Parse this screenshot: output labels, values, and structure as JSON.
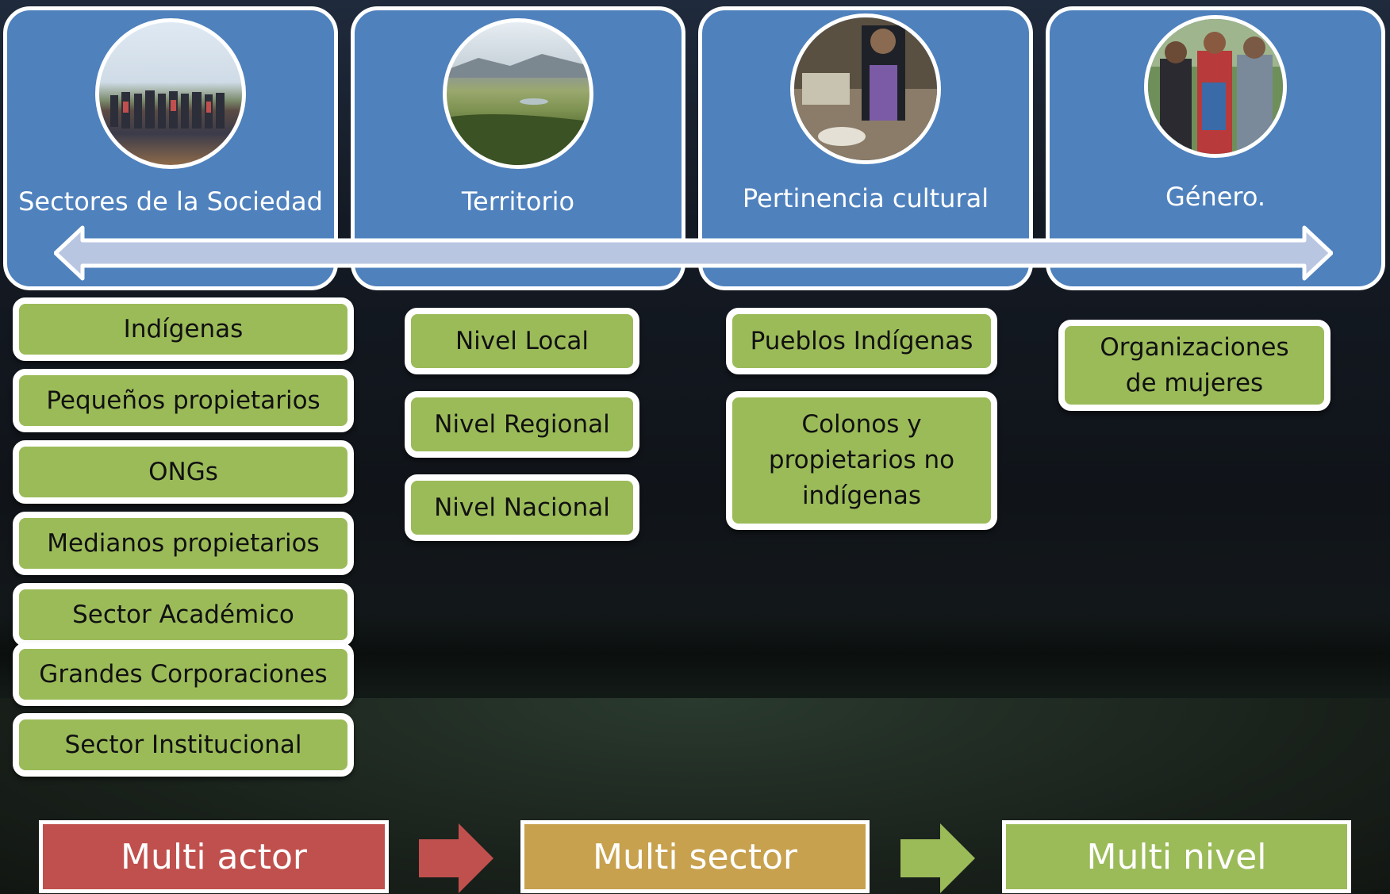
{
  "columns": [
    {
      "title": "Sectores de la Sociedad",
      "items": [
        "Indígenas",
        "Pequeños propietarios",
        "ONGs",
        "Medianos propietarios",
        "Sector Académico",
        "Grandes Corporaciones",
        "Sector Institucional"
      ]
    },
    {
      "title": "Territorio",
      "items": [
        "Nivel Local",
        "Nivel Regional",
        "Nivel Nacional"
      ]
    },
    {
      "title": "Pertinencia cultural",
      "items": [
        "Pueblos Indígenas",
        "Colonos y propietarios no indígenas"
      ]
    },
    {
      "title": "Género.",
      "items": [
        "Organizaciones de mujeres"
      ]
    }
  ],
  "flow": [
    {
      "label": "Multi actor",
      "color": "#c0504d"
    },
    {
      "label": "Multi sector",
      "color": "#c7a14e"
    },
    {
      "label": "Multi nivel",
      "color": "#9bbb59"
    }
  ],
  "colors": {
    "panel": "#4f81bd",
    "box": "#9bbb59",
    "arrow": "#b9c6e2"
  }
}
